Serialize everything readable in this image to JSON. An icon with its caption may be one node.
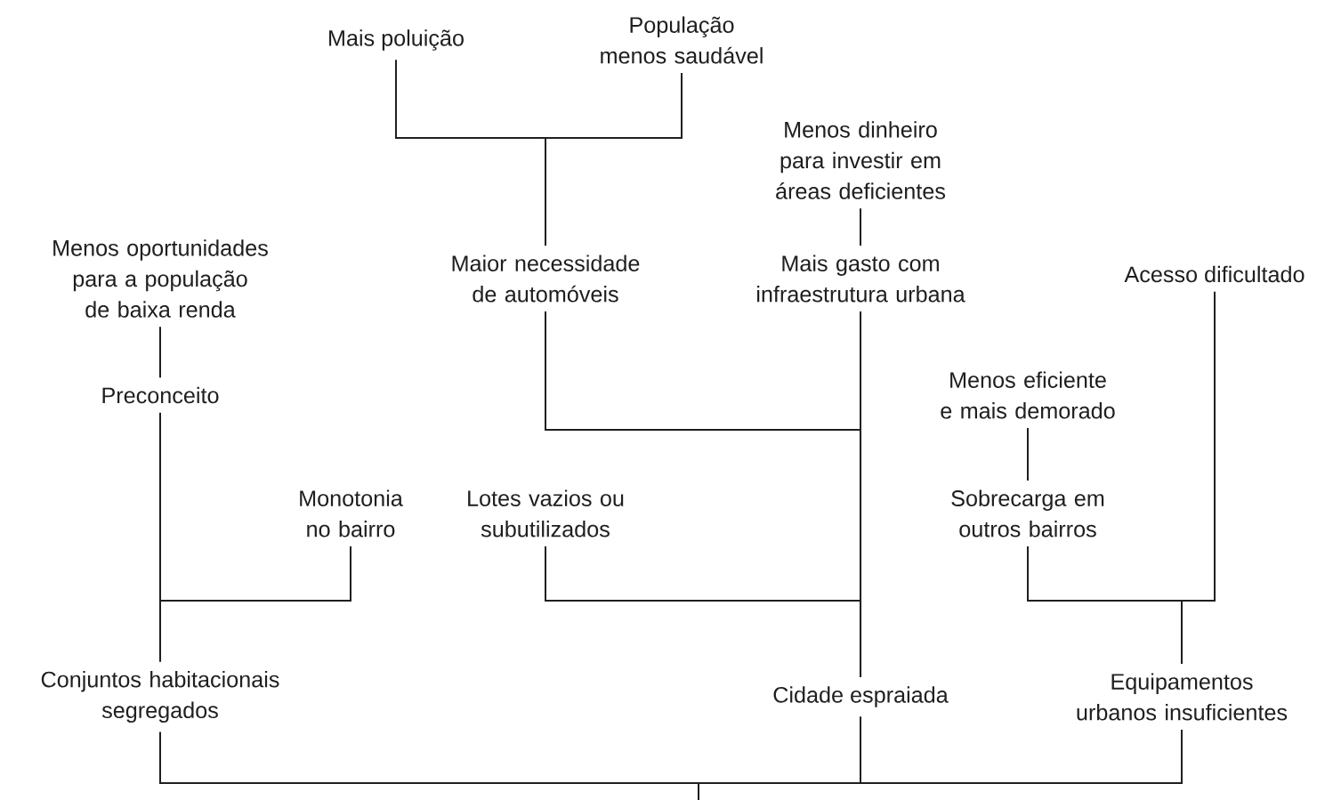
{
  "diagram": {
    "nodes": [
      {
        "text": [
          "Mais poluição"
        ]
      },
      {
        "text": [
          "População menos saudável"
        ]
      },
      {
        "text": [
          "Menos dinheiro para investir em áreas deficientes"
        ]
      },
      {
        "text": [
          "Menos oportunidades para a população de baixa renda"
        ]
      },
      {
        "text": [
          "Maior necessidade de automóveis"
        ]
      },
      {
        "text": [
          "Mais gasto com infraestrutura urbana"
        ]
      },
      {
        "text": [
          "Acesso dificultado"
        ]
      },
      {
        "text": [
          "Preconceito"
        ]
      },
      {
        "text": [
          "Menos eficiente e mais demorado"
        ]
      },
      {
        "text": [
          "Monotonia no bairro"
        ]
      },
      {
        "text": [
          "Lotes vazios ou subutilizados"
        ]
      },
      {
        "text": [
          "Sobrecarga em outros bairros"
        ]
      },
      {
        "text": [
          "Conjuntos habitacionais segregados"
        ]
      },
      {
        "text": [
          "Cidade espraiada"
        ]
      },
      {
        "text": [
          "Equipamentos urbanos insuficientes"
        ]
      }
    ],
    "edges": [
      {
        "from": 0,
        "to": 4,
        "arrow": "none"
      },
      {
        "from": 1,
        "to": 4,
        "arrow": "none"
      },
      {
        "from": 2,
        "to": 5,
        "arrow": "none"
      },
      {
        "from": 3,
        "to": 7,
        "arrow": "none"
      },
      {
        "from": 7,
        "to": 12,
        "arrow": "none"
      },
      {
        "from": 9,
        "to": 12,
        "arrow": "none"
      },
      {
        "from": 4,
        "to": 13,
        "arrow": "none"
      },
      {
        "from": 5,
        "to": 13,
        "arrow": "none"
      },
      {
        "from": 10,
        "to": 13,
        "arrow": "none"
      },
      {
        "from": 8,
        "to": 11,
        "arrow": "none"
      },
      {
        "from": 11,
        "to": 14,
        "arrow": "none"
      },
      {
        "from": 6,
        "to": 14,
        "arrow": "none"
      },
      {
        "from": 12,
        "to": null,
        "arrow": "none"
      },
      {
        "from": 13,
        "to": null,
        "arrow": "none"
      },
      {
        "from": 14,
        "to": null,
        "arrow": "none"
      }
    ]
  }
}
